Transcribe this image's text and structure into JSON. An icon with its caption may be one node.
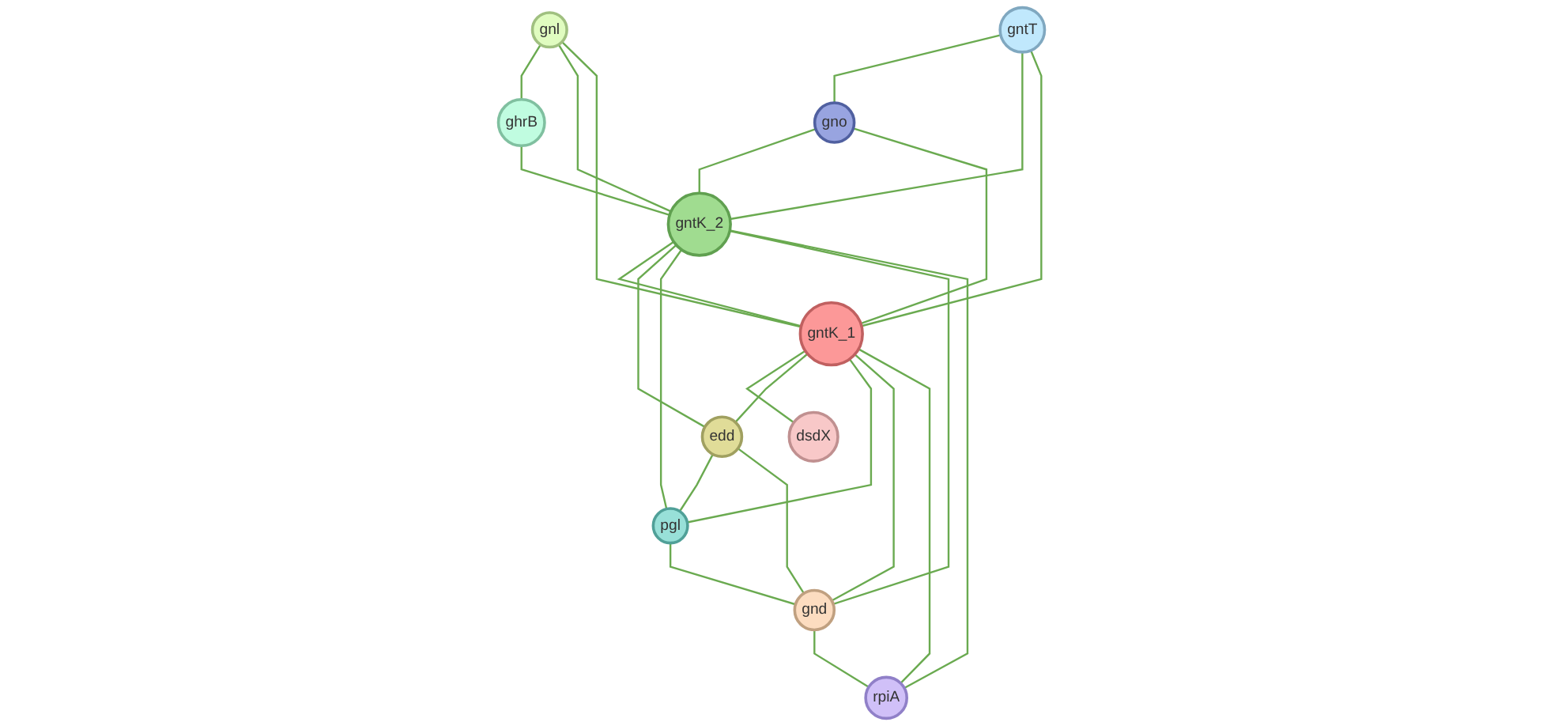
{
  "diagram": {
    "nodes": [
      {
        "text": [
          "gnl"
        ]
      },
      {
        "text": [
          "gntT"
        ]
      },
      {
        "text": [
          "ghrB"
        ]
      },
      {
        "text": [
          "gno"
        ]
      },
      {
        "text": [
          "gntK_2"
        ]
      },
      {
        "text": [
          "gntK_1"
        ]
      },
      {
        "text": [
          "edd"
        ]
      },
      {
        "text": [
          "dsdX"
        ]
      },
      {
        "text": [
          "pgl"
        ]
      },
      {
        "text": [
          "gnd"
        ]
      },
      {
        "text": [
          "rpiA"
        ]
      }
    ],
    "edges": [
      {
        "from": 0,
        "to": 2,
        "arrow": "none"
      },
      {
        "from": 0,
        "to": 4,
        "arrow": "none"
      },
      {
        "from": 0,
        "to": 5,
        "arrow": "none"
      },
      {
        "from": 2,
        "to": 4,
        "arrow": "none"
      },
      {
        "from": 1,
        "to": 3,
        "arrow": "none"
      },
      {
        "from": 1,
        "to": 4,
        "arrow": "none"
      },
      {
        "from": 1,
        "to": 5,
        "arrow": "none"
      },
      {
        "from": 3,
        "to": 4,
        "arrow": "none"
      },
      {
        "from": 3,
        "to": 5,
        "arrow": "none"
      },
      {
        "from": 4,
        "to": 5,
        "arrow": "none"
      },
      {
        "from": 5,
        "to": 7,
        "arrow": "none"
      },
      {
        "from": 4,
        "to": 6,
        "arrow": "none"
      },
      {
        "from": 5,
        "to": 6,
        "arrow": "none"
      },
      {
        "from": 4,
        "to": 8,
        "arrow": "none"
      },
      {
        "from": 5,
        "to": 8,
        "arrow": "none"
      },
      {
        "from": 4,
        "to": 9,
        "arrow": "none"
      },
      {
        "from": 5,
        "to": 9,
        "arrow": "none"
      },
      {
        "from": 4,
        "to": 10,
        "arrow": "none"
      },
      {
        "from": 5,
        "to": 10,
        "arrow": "none"
      },
      {
        "from": 6,
        "to": 8,
        "arrow": "none"
      },
      {
        "from": 6,
        "to": 9,
        "arrow": "none"
      },
      {
        "from": 8,
        "to": 9,
        "arrow": "none"
      },
      {
        "from": 9,
        "to": 10,
        "arrow": "none"
      }
    ]
  }
}
